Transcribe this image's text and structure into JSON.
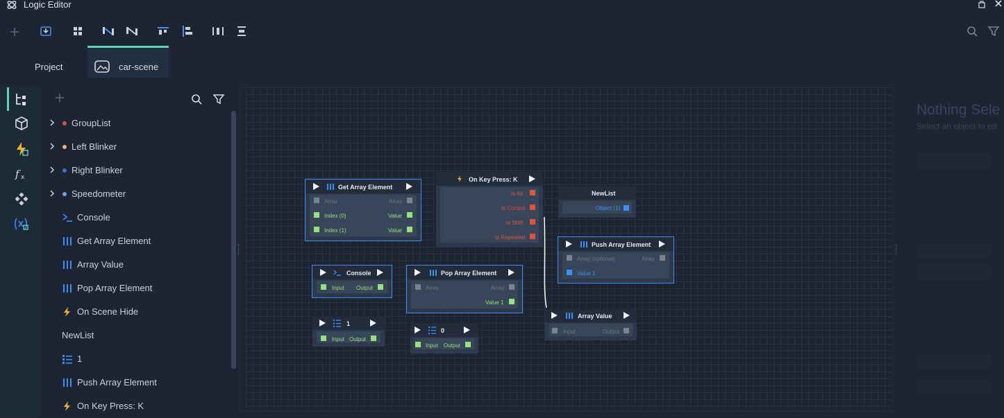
{
  "window": {
    "title": "Logic Editor"
  },
  "tabs": [
    {
      "label": "Project"
    },
    {
      "label": "car-scene"
    }
  ],
  "tree": {
    "items": [
      {
        "label": "GroupList",
        "dot_color": "#e0533e",
        "expandable": true
      },
      {
        "label": "Left Blinker",
        "dot_color": "#f0b070",
        "expandable": true
      },
      {
        "label": "Right Blinker",
        "dot_color": "#3b6fd0",
        "expandable": true
      },
      {
        "label": "Speedometer",
        "dot_color": "#6fa0e0",
        "expandable": true
      },
      {
        "label": "Console",
        "icon": "console-icon"
      },
      {
        "label": "Get Array Element",
        "icon": "array-icon"
      },
      {
        "label": "Array Value",
        "icon": "array-icon"
      },
      {
        "label": "Pop Array Element",
        "icon": "array-icon"
      },
      {
        "label": "On Scene Hide",
        "icon": "lightning-icon"
      },
      {
        "label": "NewList"
      },
      {
        "label": "1",
        "icon": "number-list-icon"
      },
      {
        "label": "Push Array Element",
        "icon": "array-icon"
      },
      {
        "label": "On Key Press: K",
        "icon": "lightning-icon"
      }
    ]
  },
  "nodes": {
    "get_array_element": {
      "title": "Get Array Element",
      "in_array": "Array",
      "out_array": "Array",
      "in_index0": "Index (0)",
      "out_value0": "Value",
      "in_index1": "Index (1)",
      "out_value1": "Value"
    },
    "on_key_press": {
      "title": "On Key Press: K",
      "is_alt": "Is Alt",
      "is_control": "Is Control",
      "is_shift": "Is Shift",
      "is_repeated": "Is Repeated"
    },
    "new_list": {
      "title": "NewList",
      "object": "Object (1)"
    },
    "push_array_element": {
      "title": "Push Array Element",
      "in_array": "Array (optional)",
      "out_array": "Array",
      "value1": "Value 1"
    },
    "console": {
      "title": "Console",
      "input": "Input",
      "output": "Output"
    },
    "pop_array_element": {
      "title": "Pop Array Element",
      "in_array": "Array",
      "out_array": "Array",
      "value1": "Value 1"
    },
    "array_value": {
      "title": "Array Value",
      "input": "Input",
      "output": "Output"
    },
    "number_1": {
      "title": "1",
      "input": "Input",
      "output": "Output"
    },
    "number_0": {
      "title": "0",
      "input": "Input",
      "output": "Output"
    }
  },
  "inspector": {
    "title": "Nothing Sele",
    "subtitle": "Select an object to ed"
  },
  "colors": {
    "accent": "#5fd5b7",
    "selection": "#3b8ff5",
    "pin_green": "#96e07d",
    "pin_red": "#e0533e"
  }
}
